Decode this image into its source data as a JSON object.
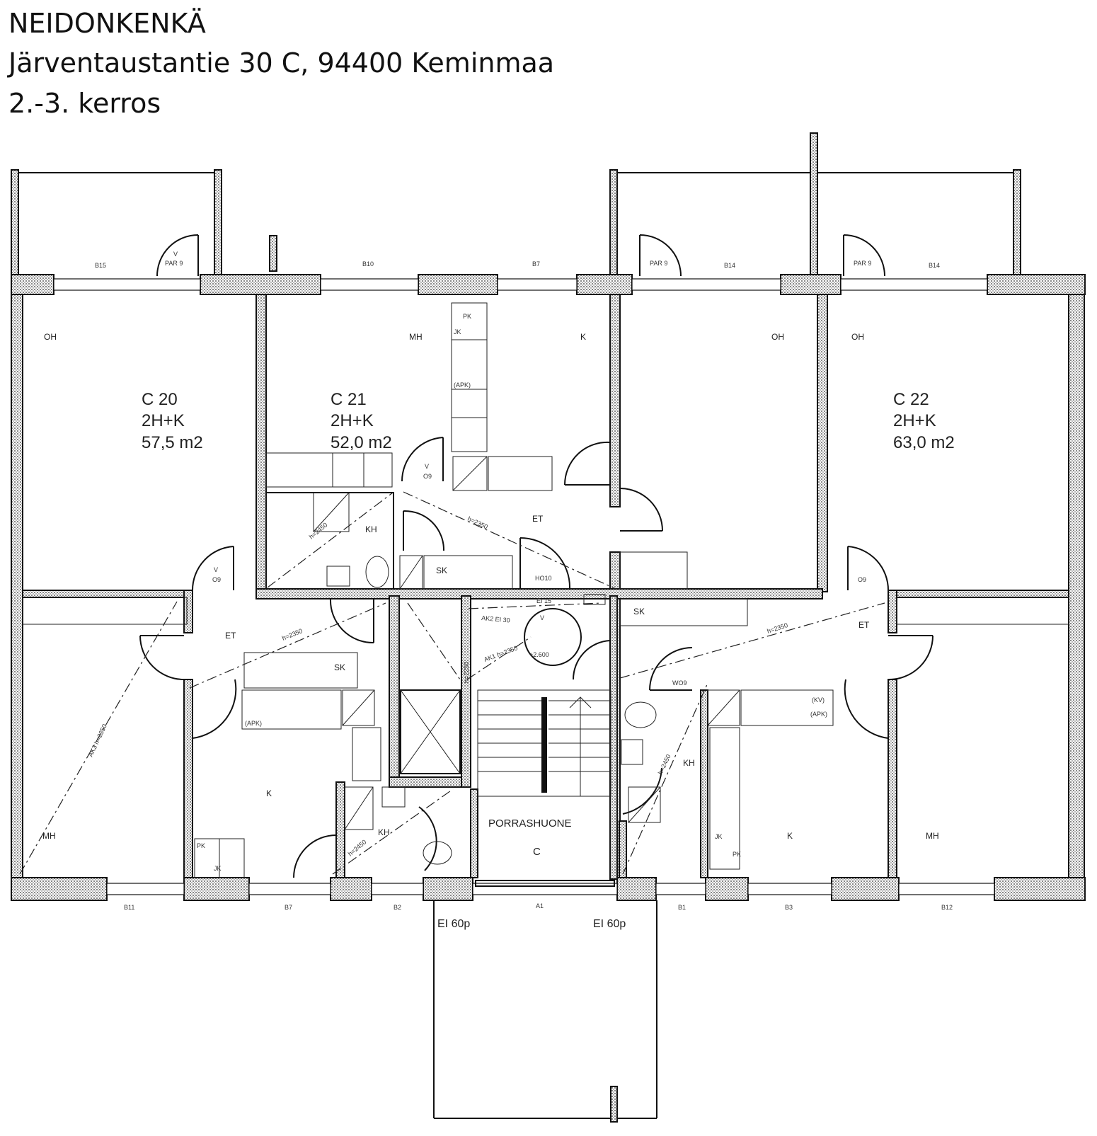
{
  "header": {
    "title": "NEIDONKENKÄ",
    "address": "Järventaustantie 30 C, 94400 Keminmaa",
    "floor": "2.-3. kerros"
  },
  "apartments": [
    {
      "id": "C 20",
      "type": "2H+K",
      "area": "57,5 m2"
    },
    {
      "id": "C 21",
      "type": "2H+K",
      "area": "52,0 m2"
    },
    {
      "id": "C 22",
      "type": "2H+K",
      "area": "63,0 m2"
    }
  ],
  "rooms": {
    "oh": "OH",
    "mh": "MH",
    "k": "K",
    "et": "ET",
    "kh": "KH",
    "sk": "SK",
    "stair": "PORRASHUONE",
    "stair_letter": "C"
  },
  "doors": {
    "par9": "PAR 9",
    "v": "V",
    "o9": "O9",
    "wo9": "WO9",
    "ho10": "HO10",
    "ei15": "EI 15",
    "ei60p": "EI 60p",
    "pk": "PK",
    "jk": "JK",
    "apk": "(APK)",
    "kv": "(KV)"
  },
  "windows": {
    "b15": "B15",
    "b10": "B10",
    "b7": "B7",
    "b14": "B14",
    "b11": "B11",
    "b2": "B2",
    "a1": "A1",
    "b1": "B1",
    "b3": "B3",
    "b12": "B12"
  },
  "notes": {
    "level": "+2.600",
    "h2350": "h=2350",
    "h2450": "h=2450",
    "h2250": "h=2250",
    "ak1": "AK1 h=2350",
    "ak2": "AK2 EI 30",
    "ak3": "AK3 h=2350"
  }
}
